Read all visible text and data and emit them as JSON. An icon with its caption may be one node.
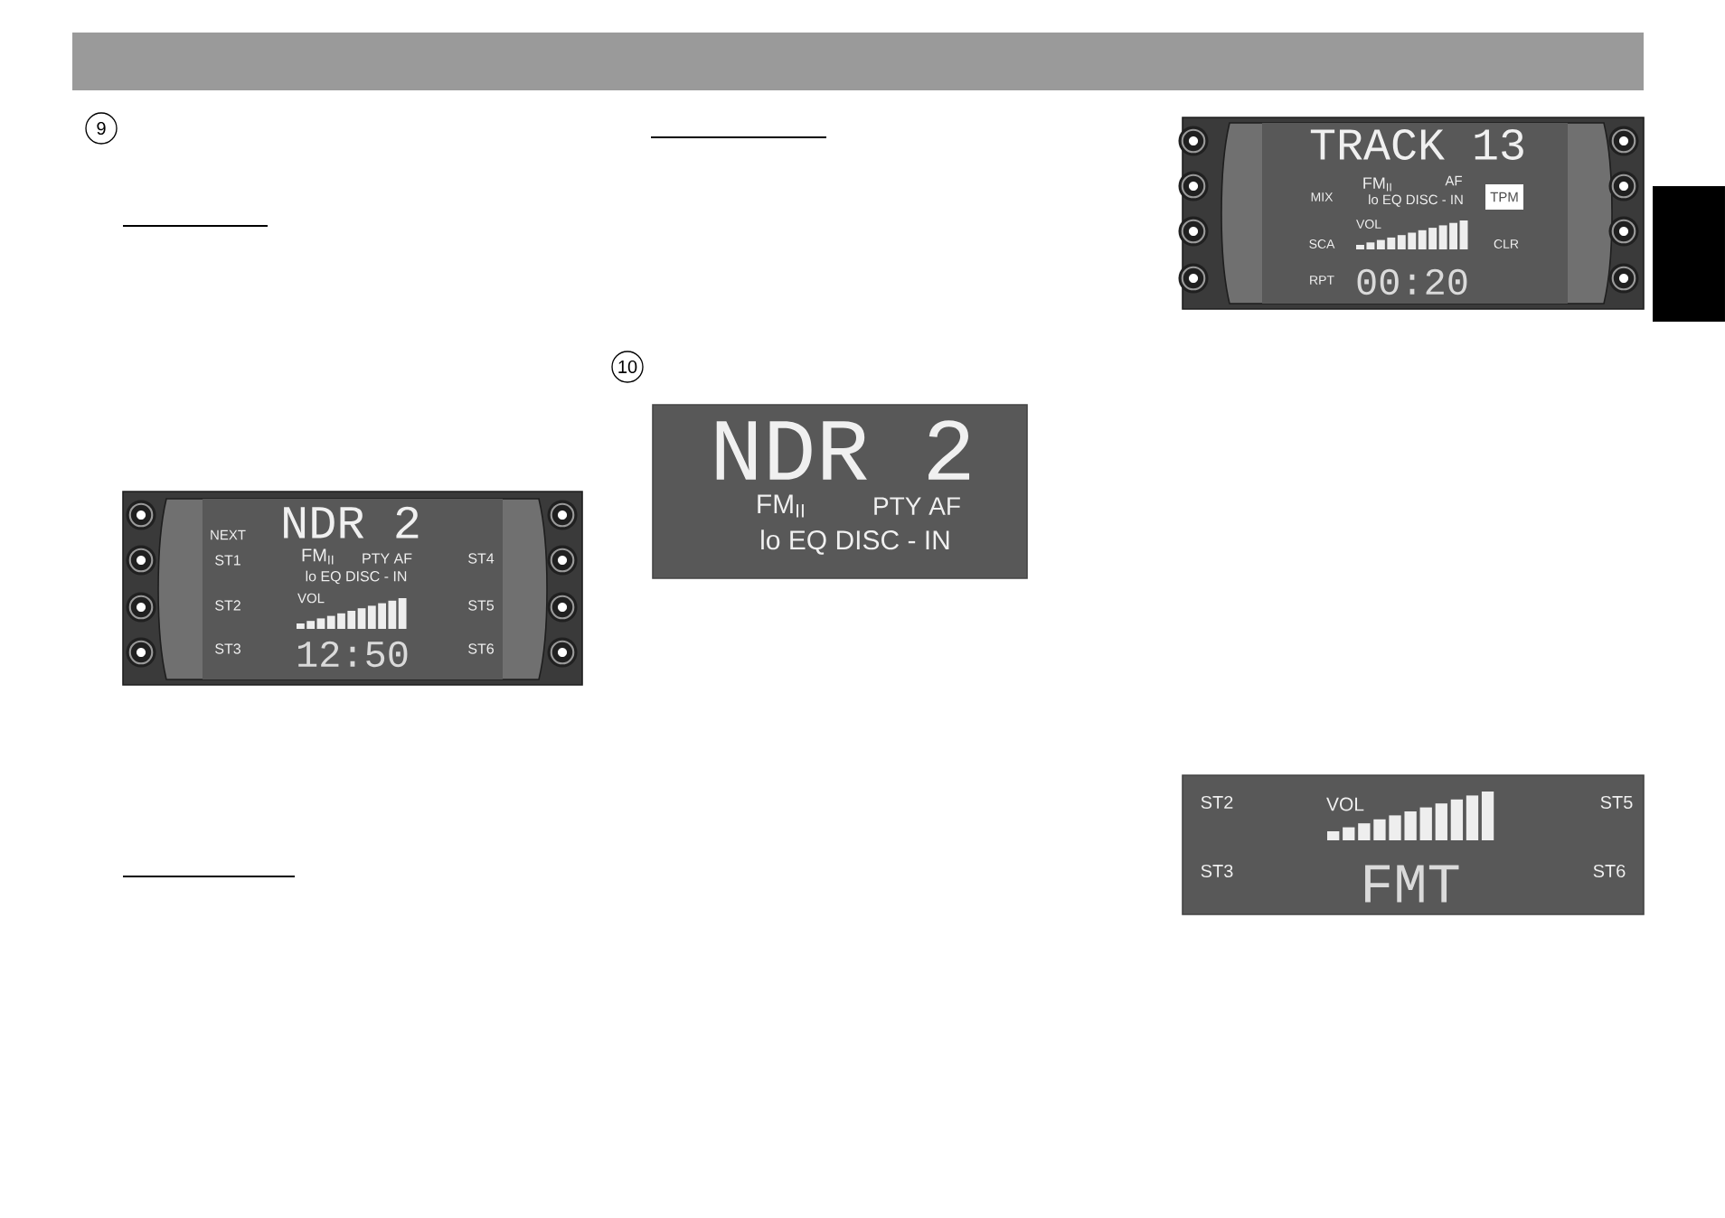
{
  "diagram": {
    "nodes": [
      {
        "text": [
          "9"
        ]
      },
      {
        "text": [
          "NDR 2",
          "NEXT",
          "ST1",
          "FM$_{II}$",
          "PTY AF",
          "ST4",
          "lo EQ DISC - IN",
          "ST2",
          "VOL",
          "ST5",
          "ST3",
          "12:50",
          "ST6"
        ]
      },
      {
        "text": [
          "10"
        ]
      },
      {
        "text": [
          "NDR 2",
          "FM$_{II}$",
          "PTY AF",
          "lo EQ DISC - IN"
        ]
      },
      {
        "text": [
          "TRACK 13",
          "MIX",
          "FM$_{II}$",
          "AF",
          "lo EQ DISC - IN",
          "VOL",
          "SCA",
          "CLR",
          "RPT",
          "00:20"
        ]
      },
      {
        "text": [
          "TPM"
        ],
        "in": 4
      },
      {
        "text": [],
        "shape": "box"
      },
      {
        "text": [
          "ST2",
          "VOL",
          "ST5",
          "ST3",
          "FMT",
          "ST6"
        ]
      }
    ]
  }
}
